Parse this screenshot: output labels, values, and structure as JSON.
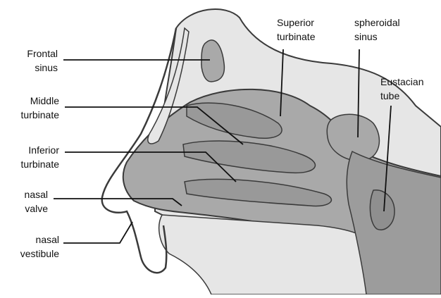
{
  "colors": {
    "background": "#ffffff",
    "tissue_fill": "#a9a9a9",
    "bone_fill": "#e6e6e6",
    "outline": "#3a3a3a",
    "leader": "#111111"
  },
  "labels": {
    "frontal_sinus": [
      "Frontal",
      "sinus"
    ],
    "middle_turbinate": [
      "Middle",
      "turbinate"
    ],
    "inferior_turbinate": [
      "Inferior",
      "turbinate"
    ],
    "nasal_valve": [
      "nasal",
      "valve"
    ],
    "nasal_vestibule": [
      "nasal",
      "vestibule"
    ],
    "superior_turbinate": [
      "Superior",
      "turbinate"
    ],
    "sphenoidal_sinus": [
      "spheroidal",
      "sinus"
    ],
    "eustachian_tube": [
      "Eustacian",
      "tube"
    ]
  }
}
